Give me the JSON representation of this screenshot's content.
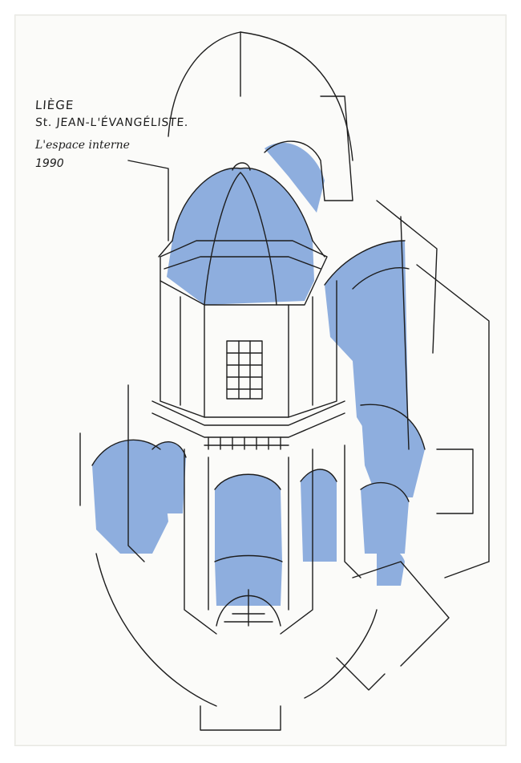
{
  "caption": {
    "place": "LIÈGE",
    "church": "St. JEAN-L'ÉVANGÉLISTE.",
    "subject": "L'espace interne",
    "year": "1990"
  },
  "colors": {
    "paper": "#fbfbf9",
    "ink": "#1d1d1d",
    "vault_wash": "#8eaede"
  }
}
